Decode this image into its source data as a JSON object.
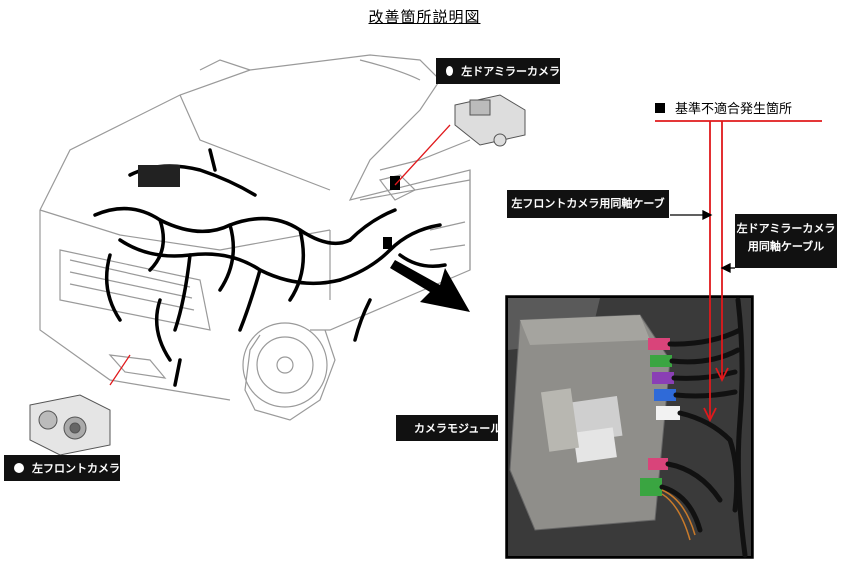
{
  "title": "改善箇所説明図",
  "labels": {
    "left_mirror_camera": "左ドアミラーカメラ",
    "left_front_camera": "左フロントカメラ",
    "camera_module": "カメラモジュール",
    "nonconformity": "基準不適合発生箇所",
    "front_camera_cable": "左フロントカメラ用同軸ケーブル",
    "mirror_camera_cable_line1": "左ドアミラーカメラ",
    "mirror_camera_cable_line2": "用同軸ケーブル"
  },
  "colors": {
    "highlight": "#e0191c",
    "label_bg": "#111111",
    "connector_pink": "#d9447a",
    "connector_green": "#3aa541",
    "connector_purple": "#8a3fb5",
    "connector_blue": "#2f6ad8",
    "connector_white": "#f2f2f2"
  }
}
